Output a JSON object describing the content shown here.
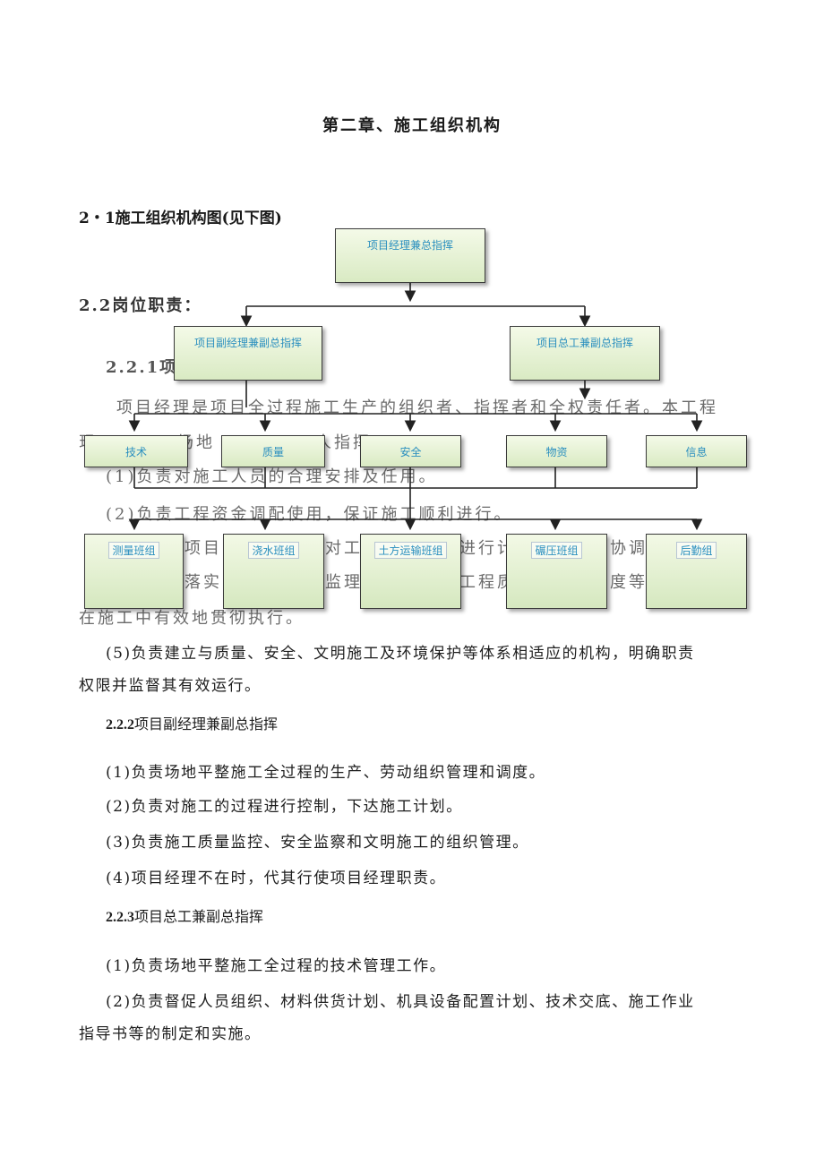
{
  "document": {
    "chapter_title": "第二章、施工组织机构",
    "section_org_chart": "2・1施工组织机构图(见下图)",
    "section_duties": "2.2岗位职责：",
    "section_221_visible": "2.2.1项",
    "para_221_line1": "项目经理是项目全过程施工生产的组织者、指挥者和全权责任者。本工程",
    "para_221_line2_frag_a": "现",
    "para_221_line2_frag_b": "场地",
    "para_221_line2_frag_c": "人指挥",
    "item_221_1": "(1)负责对施工人员的合理安排及任用。",
    "item_221_2": "(2)负责工程资金调配使用，保证施工顺利进行。",
    "item_221_3_frag_a": "项目",
    "item_221_3_frag_b": "对工",
    "item_221_3_frag_c": "进行计",
    "item_221_3_frag_d": "协调",
    "item_221_4_frag_a": "落实",
    "item_221_4_frag_b": "监理",
    "item_221_4_frag_c": "工程质",
    "item_221_4_frag_d": "度等",
    "item_221_4_end": "在施工中有效地贯彻执行。",
    "item_221_5_line1": "(5)负责建立与质量、安全、文明施工及环境保护等体系相适应的机构，明确职责",
    "item_221_5_line2": "权限并监督其有效运行。",
    "section_222_num": "2.2.2",
    "section_222_title": "项目副经理兼副总指挥",
    "item_222_1": "(1)负责场地平整施工全过程的生产、劳动组织管理和调度。",
    "item_222_2": "(2)负责对施工的过程进行控制，下达施工计划。",
    "item_222_3": "(3)负责施工质量监控、安全监察和文明施工的组织管理。",
    "item_222_4": "(4)项目经理不在时，代其行使项目经理职责。",
    "section_223_num": "2.2.3",
    "section_223_title": "项目总工兼副总指挥",
    "item_223_1": "(1)负责场地平整施工全过程的技术管理工作。",
    "item_223_2_line1": "(2)负责督促人员组织、材料供货计划、机具设备配置计划、技术交底、施工作业",
    "item_223_2_line2": "指导书等的制定和实施。"
  },
  "org_chart": {
    "top": "项目经理兼总指挥",
    "level2": [
      "项目副经理兼副总指挥",
      "项目总工兼副总指挥"
    ],
    "departments": [
      "技术",
      "质量",
      "安全",
      "物资",
      "信息"
    ],
    "teams": [
      "测量班组",
      "浇水班组",
      "土方运输班组",
      "碾压班组",
      "后勤组"
    ],
    "box_text_color": "#2a8fbf",
    "box_fill": "#d9eac3"
  }
}
